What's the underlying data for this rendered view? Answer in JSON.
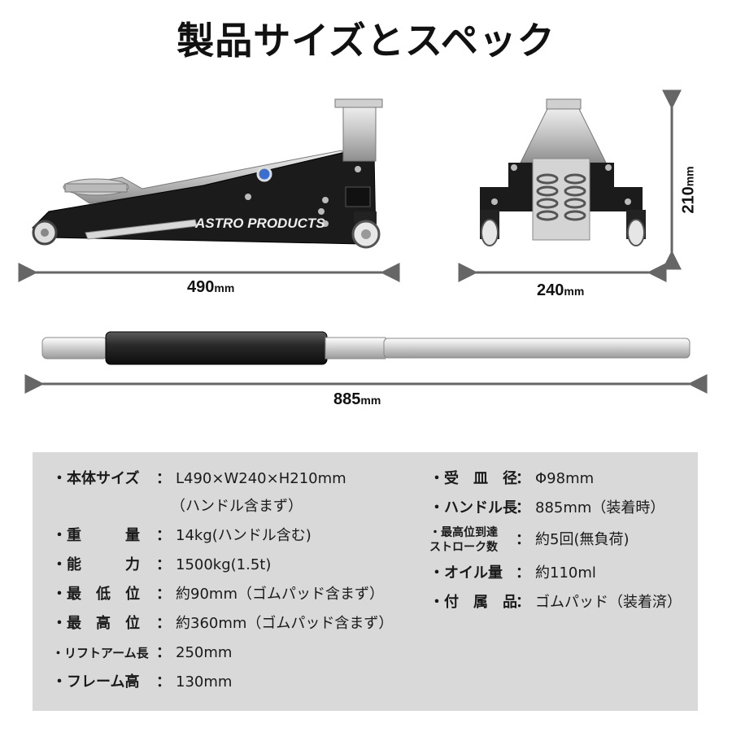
{
  "title": "製品サイズとスペック",
  "dimensions": {
    "length": {
      "value": "490",
      "unit": "mm"
    },
    "width": {
      "value": "240",
      "unit": "mm"
    },
    "height": {
      "value": "210",
      "unit": "mm"
    },
    "handle": {
      "value": "885",
      "unit": "mm"
    }
  },
  "brand_text": "ASTRO PRODUCTS",
  "specs_left": [
    {
      "label": "・本体サイズ",
      "value": "L490×W240×H210mm",
      "note": "（ハンドル含まず）"
    },
    {
      "label": "・重　　　量",
      "value": "14kg(ハンドル含む)"
    },
    {
      "label": "・能　　　力",
      "value": "1500kg(1.5t)"
    },
    {
      "label": "・最　低　位",
      "value": "約90mm（ゴムパッド含まず）"
    },
    {
      "label": "・最　高　位",
      "value": "約360mm（ゴムパッド含まず）"
    },
    {
      "label": "・リフトアーム長",
      "value": "250mm"
    },
    {
      "label": "・フレーム高",
      "value": "130mm"
    }
  ],
  "specs_right": [
    {
      "label": "・受　皿　径",
      "value": "Φ98mm"
    },
    {
      "label": "・ハンドル長",
      "value": "885mm（装着時）"
    },
    {
      "label": "・最高位到達",
      "label2": "ストローク数",
      "value": "約5回(無負荷)"
    },
    {
      "label": "・オイル量",
      "value": "約110ml"
    },
    {
      "label": "・付　属　品",
      "value": "ゴムパッド（装着済）"
    }
  ],
  "colors": {
    "panel": "#d9d9d9",
    "jack_body": "#1b1b1b",
    "silver": "#c8c8c8",
    "grip": "#222222"
  }
}
